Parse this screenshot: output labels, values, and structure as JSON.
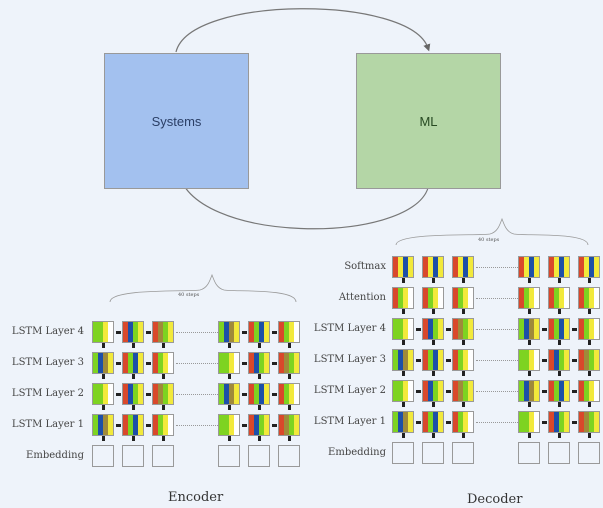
{
  "top_diagram": {
    "left_box": {
      "label": "Systems",
      "color": "#a3c1ef"
    },
    "right_box": {
      "label": "ML",
      "color": "#b4d6a6"
    }
  },
  "encoder": {
    "title": "Encoder",
    "steps_label": "40 steps",
    "layers": [
      "LSTM Layer 4",
      "LSTM Layer 3",
      "LSTM Layer 2",
      "LSTM Layer 1"
    ],
    "embedding_label": "Embedding",
    "columns": 6
  },
  "decoder": {
    "title": "Decoder",
    "steps_label": "40 steps",
    "layers": [
      "Softmax",
      "Attention",
      "LSTM Layer 4",
      "LSTM Layer 3",
      "LSTM Layer 2",
      "LSTM Layer 1"
    ],
    "embedding_label": "Embedding",
    "columns": 6
  },
  "palette": {
    "red": "#d9482b",
    "green": "#7ed321",
    "yellow": "#f2e93b",
    "blue": "#1d4fa8",
    "white": "#ffffff",
    "olive": "#a08a3a"
  }
}
